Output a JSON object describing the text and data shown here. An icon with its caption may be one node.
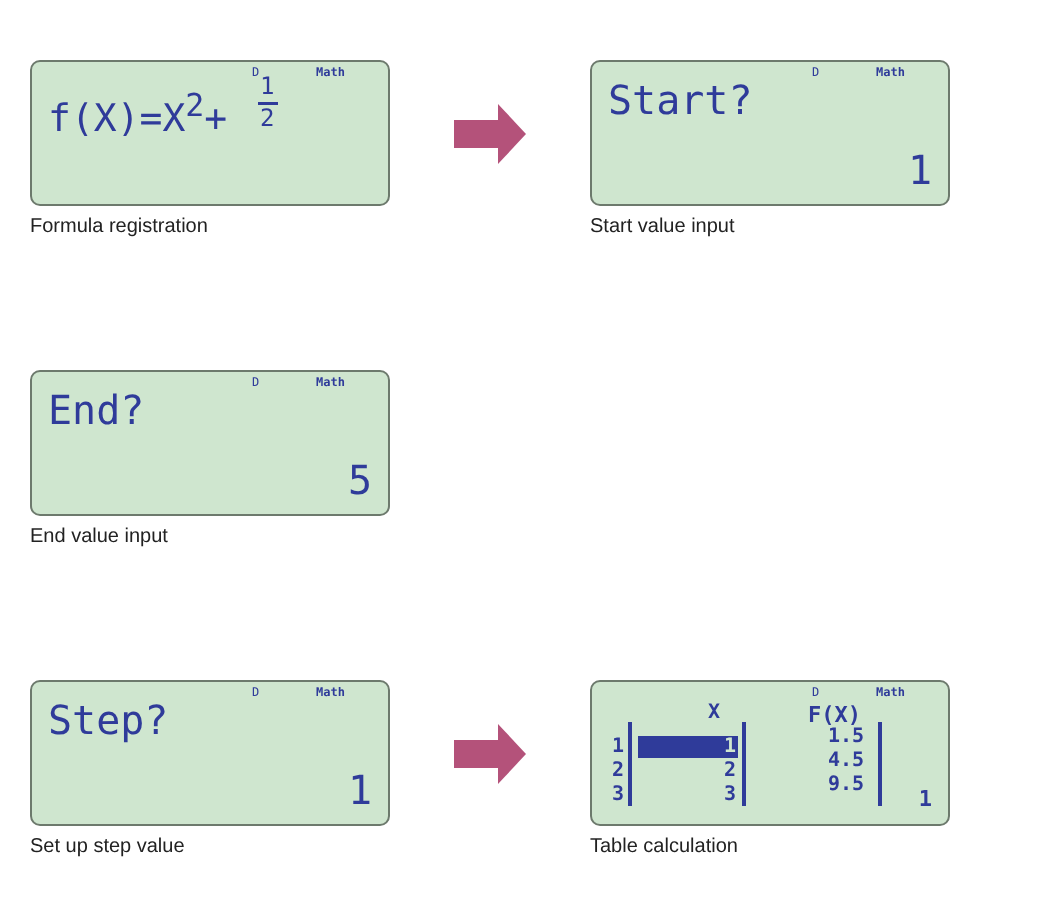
{
  "diagram": {
    "nodes": [
      {
        "text": [
          "D",
          "Math",
          "f(X)=X$^{2}$+",
          "1",
          "2"
        ],
        "beside": [
          "Formula registration"
        ]
      },
      {
        "text": [
          "D",
          "Math",
          "Start?",
          "1"
        ],
        "beside": [
          "Start value input"
        ]
      },
      {
        "text": [
          "D",
          "Math",
          "End?",
          "5"
        ],
        "beside": [
          "End value input"
        ]
      },
      {
        "text": [
          "D",
          "Math",
          "Step?",
          "1"
        ],
        "beside": [
          "Set up step value"
        ]
      },
      {
        "text": [
          "D",
          "Math",
          "X",
          "F(X)",
          "1",
          "2",
          "3",
          "1",
          "2",
          "3",
          "1.5",
          "4.5",
          "9.5",
          "1"
        ],
        "beside": [
          "Table calculation"
        ]
      }
    ],
    "edges": [
      {
        "from": 0,
        "to": 1,
        "arrow": "to"
      },
      {
        "from": 3,
        "to": 4,
        "arrow": "to"
      }
    ]
  }
}
